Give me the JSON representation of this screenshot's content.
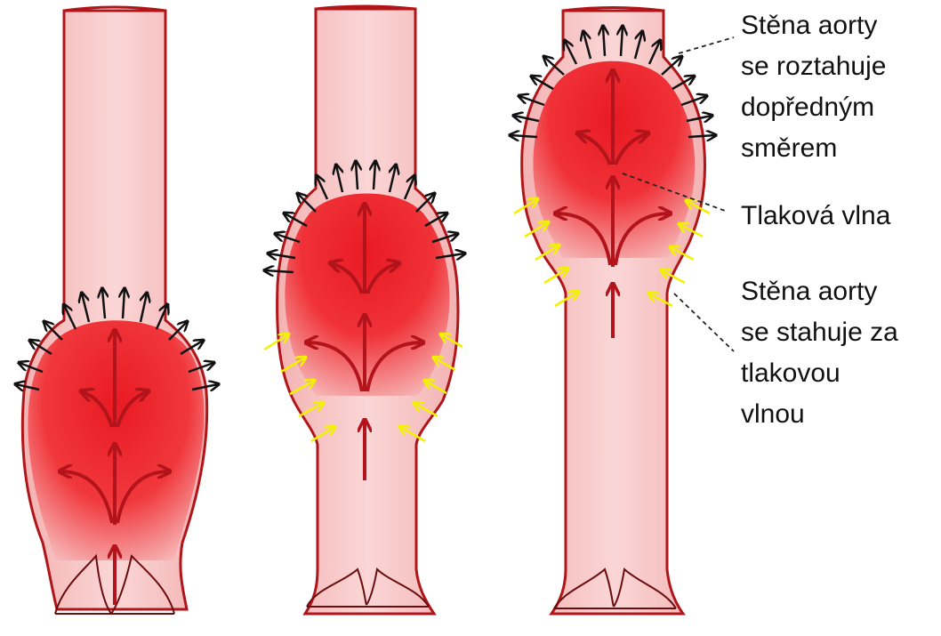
{
  "labels": {
    "expanding_wall": [
      "Stěna aorty",
      "se roztahuje",
      "dopředným",
      "směrem"
    ],
    "pressure_wave": "Tlaková vlna",
    "contracting_wall": [
      "Stěna aorty",
      "se stahuje za",
      "tlakovou",
      "vlnou"
    ]
  },
  "colors": {
    "vessel_fill": "#f7c3c3",
    "vessel_outline": "#b0151a",
    "wave_core": "#e8101a",
    "flow_arrow": "#b3131a",
    "expansion_arrow": "#111111",
    "contraction_arrow": "#f2f200",
    "leader_line": "#222222"
  },
  "stages": [
    {
      "name": "stage-1"
    },
    {
      "name": "stage-2"
    },
    {
      "name": "stage-3"
    }
  ]
}
